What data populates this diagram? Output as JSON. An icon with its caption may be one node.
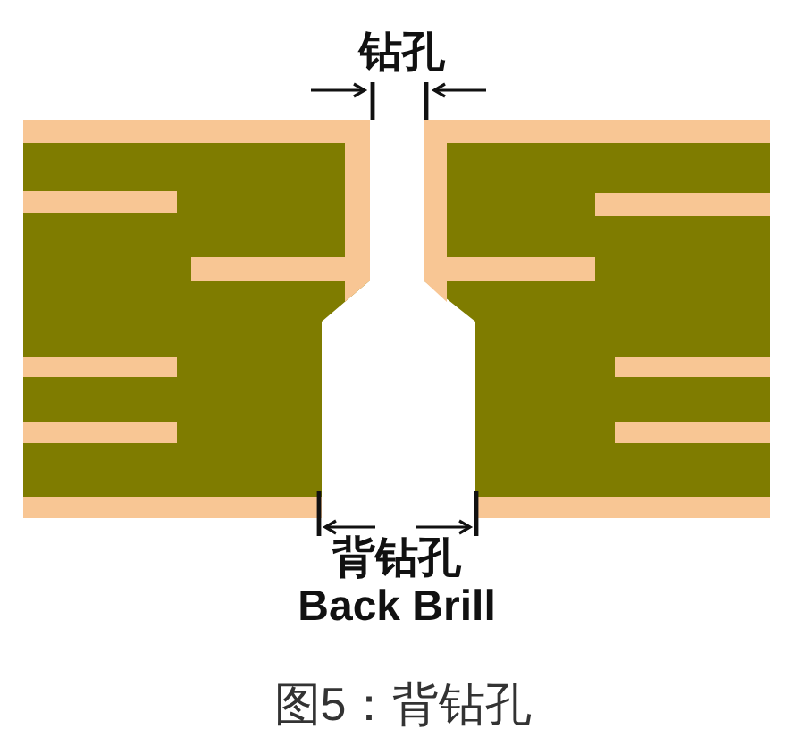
{
  "diagram": {
    "caption": "图5：背钻孔",
    "labels": [
      "钻孔",
      "背钻孔",
      "Back Brill"
    ]
  }
}
